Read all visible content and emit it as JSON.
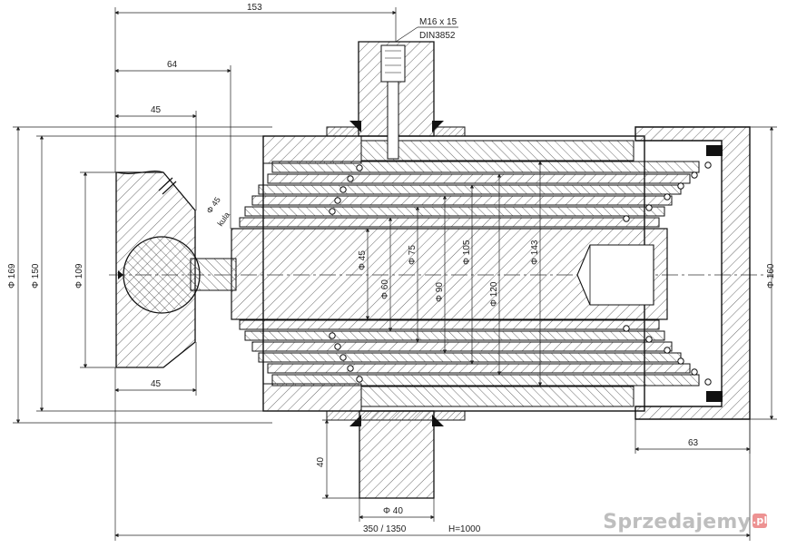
{
  "dimensions": {
    "top_overall": "153",
    "thread_spec": "M16 x 15",
    "thread_standard": "DIN3852",
    "mount_64": "64",
    "mount_45_top": "45",
    "mount_45_bottom": "45",
    "dia_169": "Φ 169",
    "dia_150": "Φ 150",
    "dia_109": "Φ 109",
    "sphere_label": "Φ 45",
    "sphere_word": "kula",
    "rod_45": "Φ 45",
    "stage_60": "Φ 60",
    "stage_75": "Φ 75",
    "stage_90": "Φ 90",
    "stage_105": "Φ 105",
    "stage_120": "Φ 120",
    "stage_143": "Φ 143",
    "dia_160": "Φ 160",
    "trunnion_40": "40",
    "trunnion_dia_40": "Φ 40",
    "base_63": "63",
    "stroke": "350 / 1350",
    "height": "H=1000"
  },
  "watermark": {
    "text": "Sprzedajemy",
    "badge": ".pl"
  }
}
